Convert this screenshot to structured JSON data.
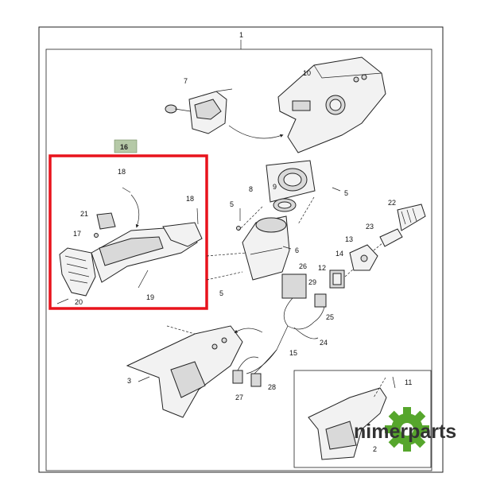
{
  "diagram": {
    "callouts": [
      "1",
      "2",
      "3",
      "5",
      "5",
      "5",
      "6",
      "7",
      "8",
      "9",
      "10",
      "11",
      "12",
      "13",
      "14",
      "15",
      "16",
      "17",
      "18",
      "18",
      "19",
      "20",
      "21",
      "22",
      "23",
      "24",
      "25",
      "26",
      "27",
      "28",
      "29"
    ],
    "highlight_group": "16",
    "highlight_color": "#e8131c",
    "tab_color": "#b5c9a7"
  },
  "watermark": {
    "text": "nimerparts",
    "gear_color": "#56a62c"
  }
}
